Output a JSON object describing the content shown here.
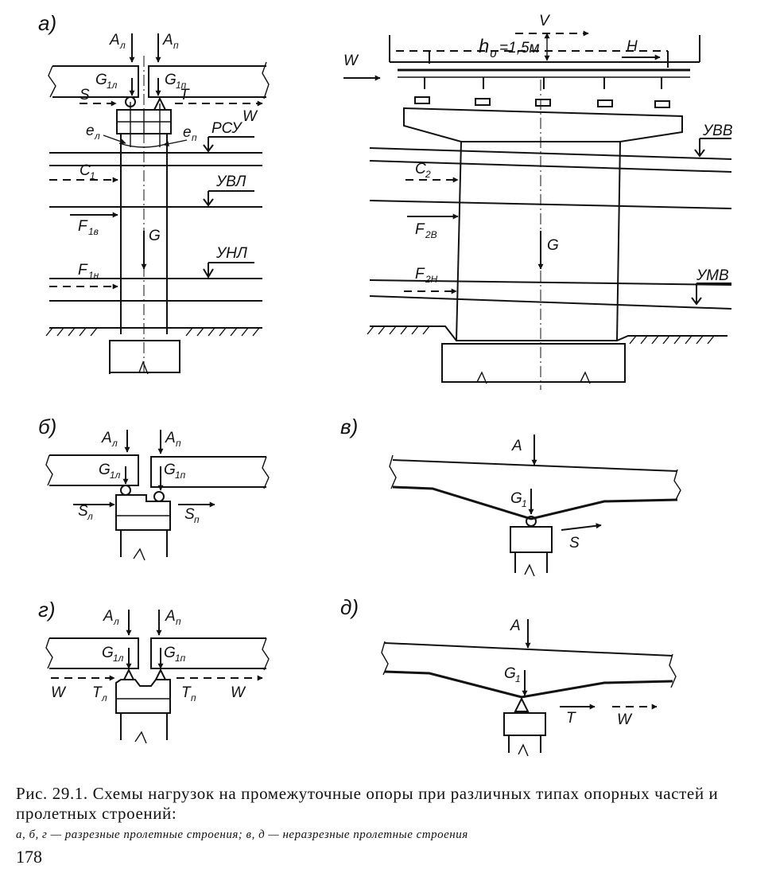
{
  "panels": {
    "a": {
      "letter": "а)",
      "left": {
        "A_l": "A",
        "A_l_sub": "л",
        "A_p": "A",
        "A_p_sub": "п",
        "G1_l": "G",
        "G1_l_sub": "1л",
        "G1_p": "G",
        "G1_p_sub": "1п",
        "S": "S",
        "T": "T",
        "W": "W",
        "e_l": "e",
        "e_l_sub": "л",
        "e_p": "e",
        "e_p_sub": "п",
        "rsu": "РСУ",
        "C1": "C",
        "C1_sub": "1",
        "uvl": "УВЛ",
        "F1v": "F",
        "F1v_sub": "1в",
        "G": "G",
        "unl": "УНЛ",
        "F1n": "F",
        "F1n_sub": "1н"
      },
      "right": {
        "V": "V",
        "hv": "h",
        "hv_sub": "υ",
        "hv_value": "=1,5м",
        "H": "H",
        "W": "W",
        "uvv": "УВВ",
        "C2": "C",
        "C2_sub": "2",
        "F2v": "F",
        "F2v_sub": "2В",
        "G": "G",
        "F2n": "F",
        "F2n_sub": "2Н",
        "umv": "УМВ"
      }
    },
    "b": {
      "letter": "б)",
      "A_l": "A",
      "A_l_sub": "л",
      "A_p": "A",
      "A_p_sub": "п",
      "G1_l": "G",
      "G1_l_sub": "1л",
      "G1_p": "G",
      "G1_p_sub": "1п",
      "S_l": "S",
      "S_l_sub": "л",
      "S_p": "S",
      "S_p_sub": "п"
    },
    "v": {
      "letter": "в)",
      "A": "A",
      "G1": "G",
      "G1_sub": "1",
      "S": "S"
    },
    "g": {
      "letter": "г)",
      "A_l": "A",
      "A_l_sub": "л",
      "A_p": "A",
      "A_p_sub": "п",
      "G1_l": "G",
      "G1_l_sub": "1л",
      "G1_p": "G",
      "G1_p_sub": "1п",
      "W_l": "W",
      "T_l": "T",
      "T_l_sub": "л",
      "T_p": "T",
      "T_p_sub": "п",
      "W_p": "W"
    },
    "d": {
      "letter": "д)",
      "A": "A",
      "G1": "G",
      "G1_sub": "1",
      "T": "T",
      "W": "W"
    }
  },
  "caption": {
    "main": "Рис. 29.1. Схемы нагрузок на промежуточные опоры при различных типах опорных частей и пролетных строений:",
    "legend": "а, б, г — разрезные пролетные строения; в, д — неразрезные пролетные строения"
  },
  "page_number": "178"
}
